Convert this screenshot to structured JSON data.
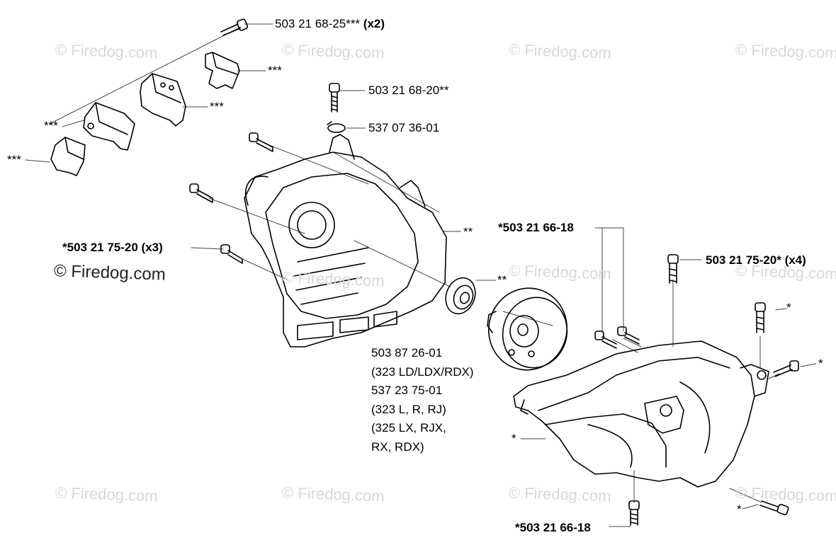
{
  "watermark": {
    "text": "© Firedog.com"
  },
  "parts": {
    "screw_top": {
      "number": "503 21 68-25***",
      "qty": "(x2)"
    },
    "screw_mid": "503 21 68-20**",
    "ring": "537 07 36-01",
    "bolts_left": "*503 21 75-20 (x3)",
    "bolts_right": {
      "number": "503 21 75-20*",
      "qty": "(x4)"
    },
    "screws_pair": "*503 21 66-18",
    "screw_bottom": "*503 21 66-18",
    "clutch_drum": [
      "503 87 26-01",
      "(323 LD/LDX/RDX)",
      "537 23 75-01",
      "(323 L, R, RJ)",
      "(325 LX, RJX,",
      "RX, RDX)"
    ]
  },
  "markers": {
    "shield_top": "***",
    "shield_mid": "***",
    "clamp_left": "***",
    "clamp_bottom": "***",
    "housing": "**",
    "bearing": "**",
    "frame": "*",
    "bolt_a": "*",
    "bolt_b": "*",
    "bolt_c": "*"
  }
}
